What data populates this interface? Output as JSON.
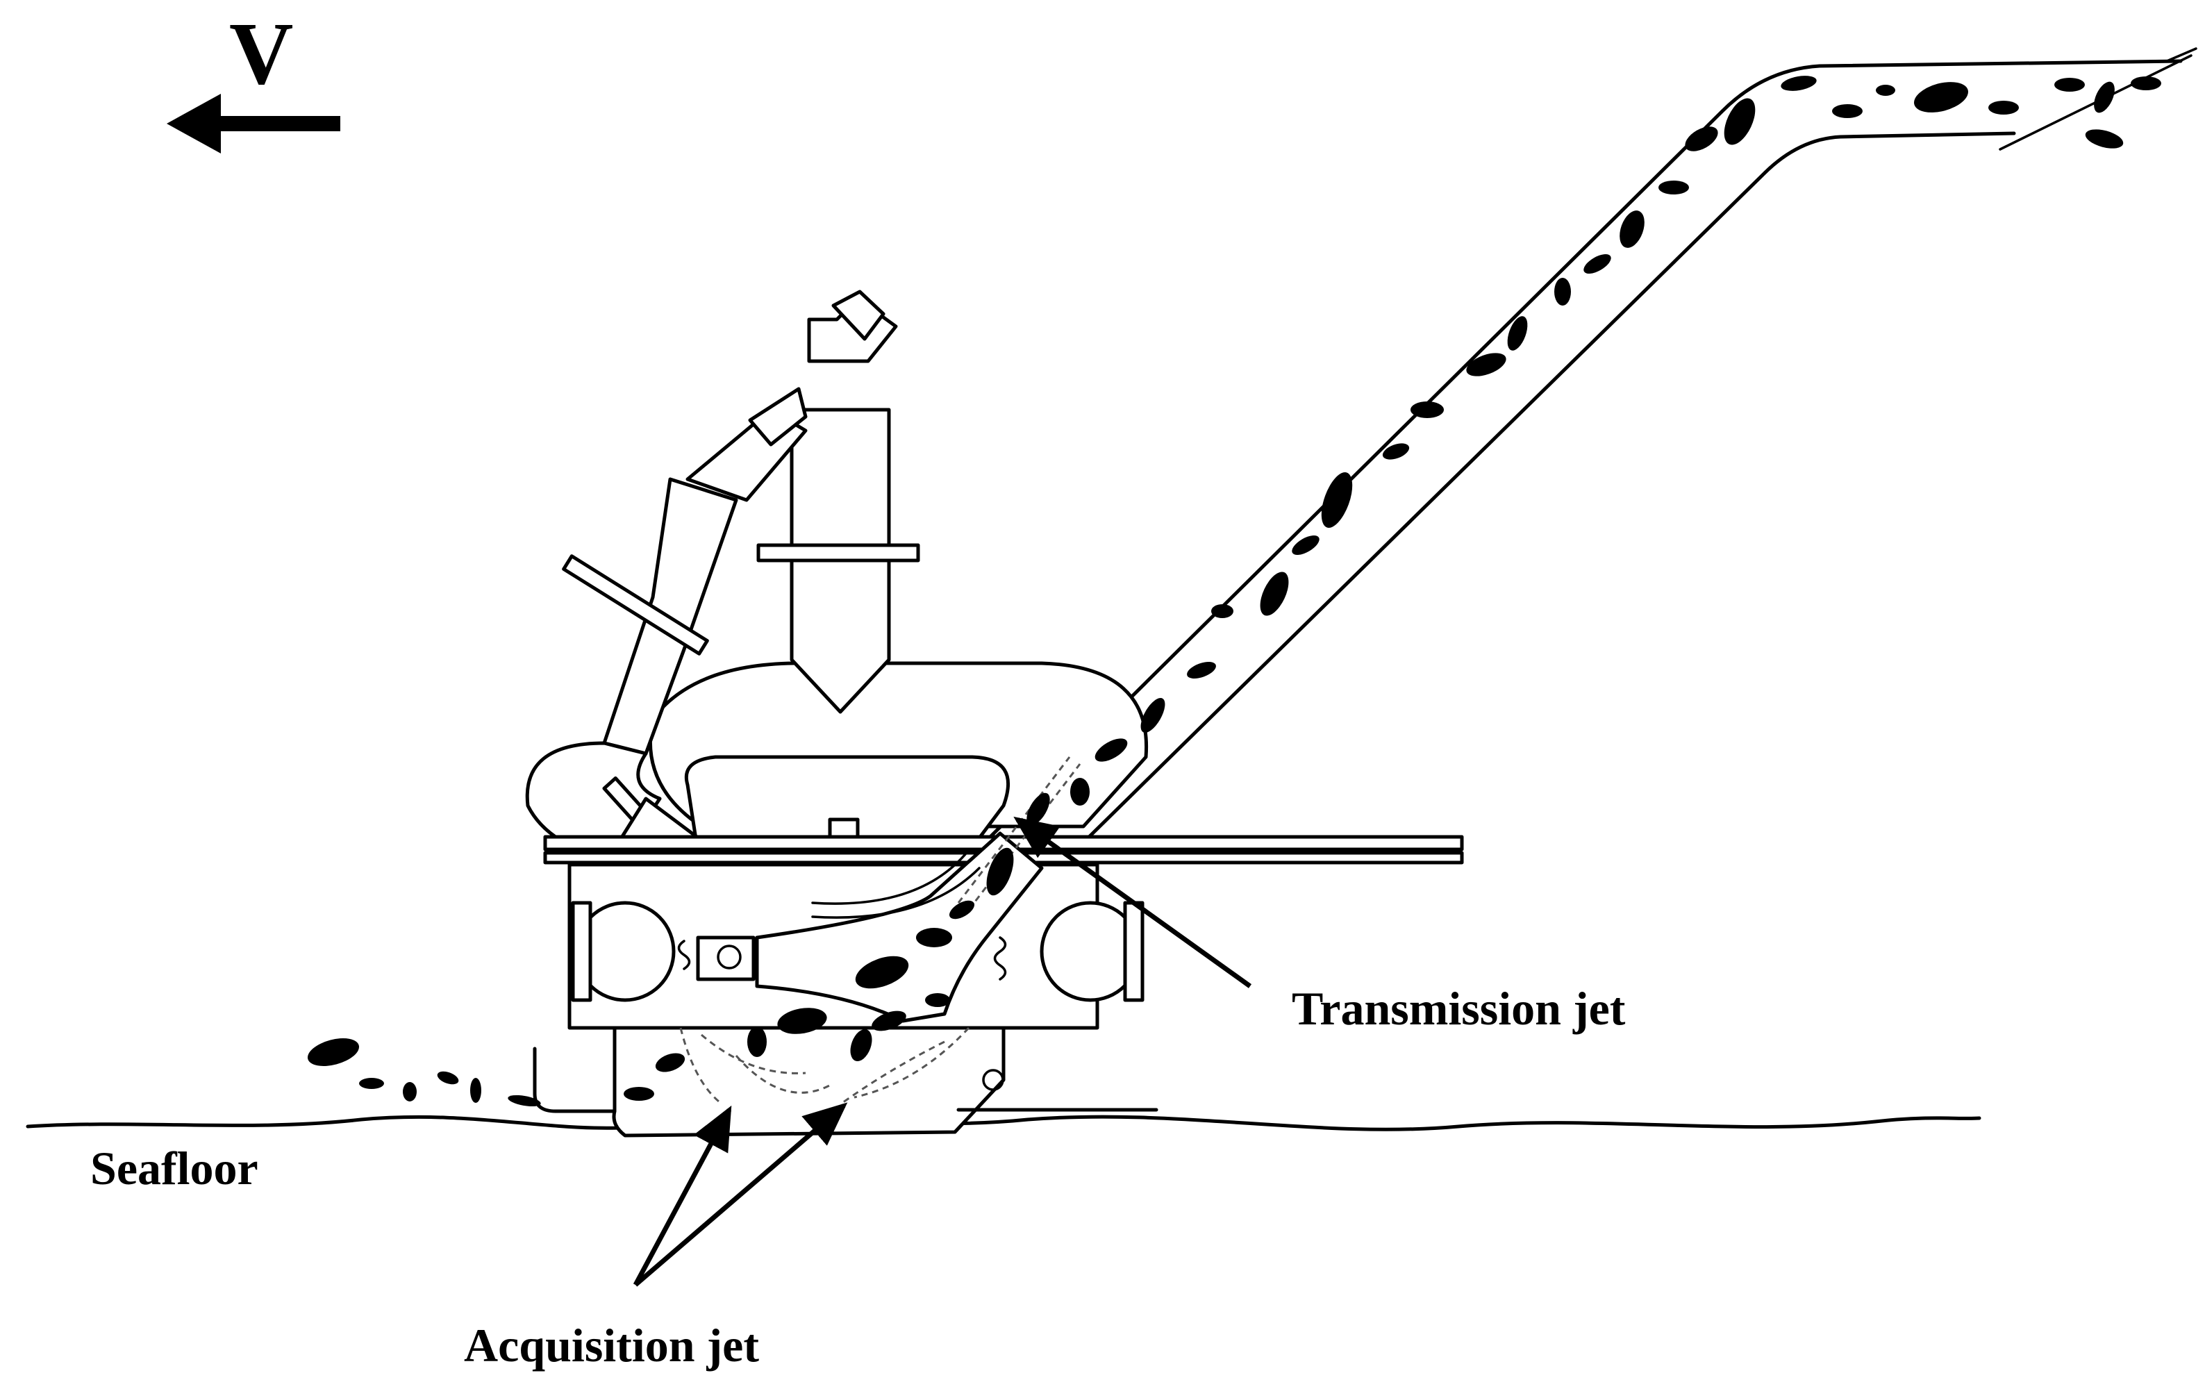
{
  "diagram": {
    "direction_label": "V",
    "labels": {
      "transmission_jet": "Transmission jet",
      "seafloor": "Seafloor",
      "acquisition_jet": "Acquisition jet"
    }
  }
}
